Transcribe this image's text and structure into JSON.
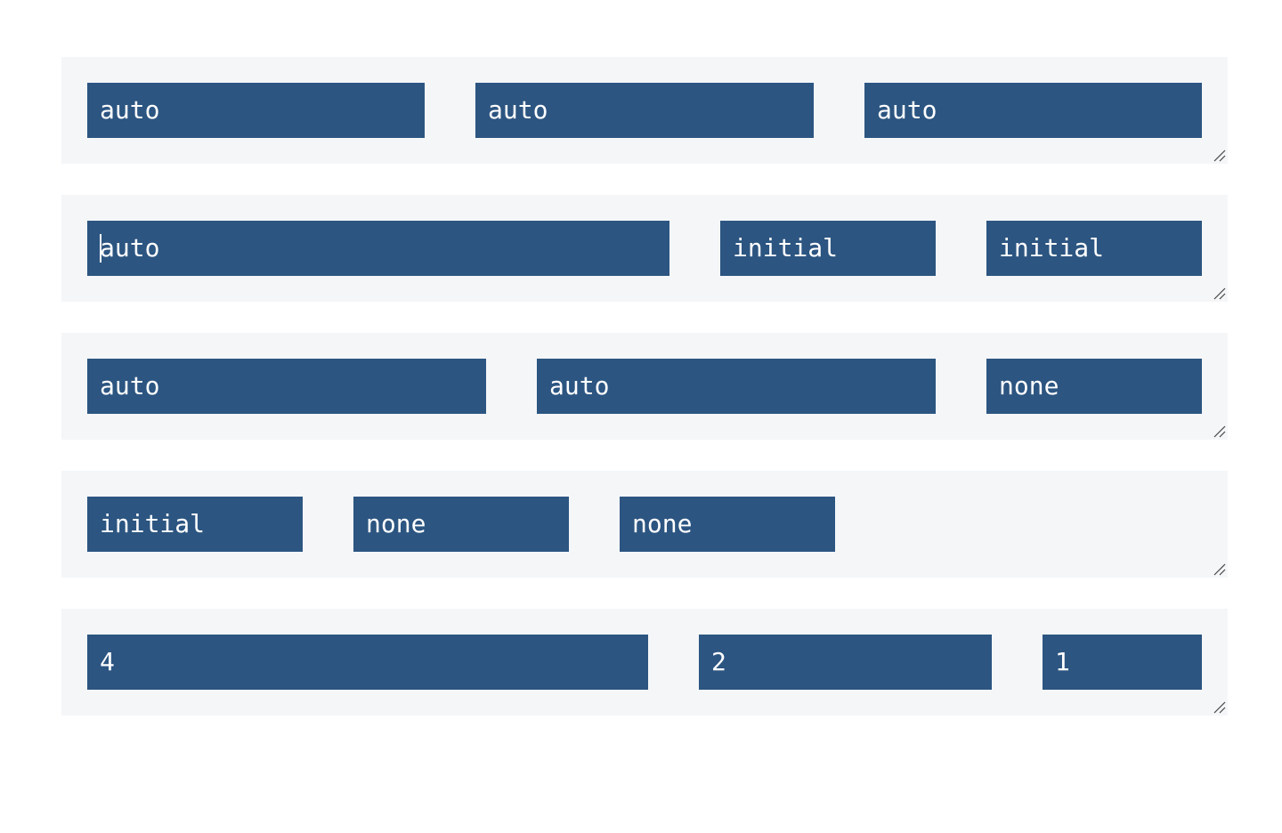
{
  "rows": [
    {
      "items": [
        {
          "label": "auto"
        },
        {
          "label": "auto"
        },
        {
          "label": "auto"
        }
      ]
    },
    {
      "items": [
        {
          "label": "auto"
        },
        {
          "label": "initial"
        },
        {
          "label": "initial"
        }
      ]
    },
    {
      "items": [
        {
          "label": "auto"
        },
        {
          "label": "auto"
        },
        {
          "label": "none"
        }
      ]
    },
    {
      "items": [
        {
          "label": "initial"
        },
        {
          "label": "none"
        },
        {
          "label": "none"
        }
      ]
    },
    {
      "items": [
        {
          "label": "4"
        },
        {
          "label": "2"
        },
        {
          "label": "1"
        }
      ]
    }
  ],
  "colors": {
    "container_bg": "#f4f6f8",
    "item_bg": "#2c5581",
    "item_text": "#ffffff"
  },
  "icons": {
    "resize": "resize-handle-icon"
  }
}
